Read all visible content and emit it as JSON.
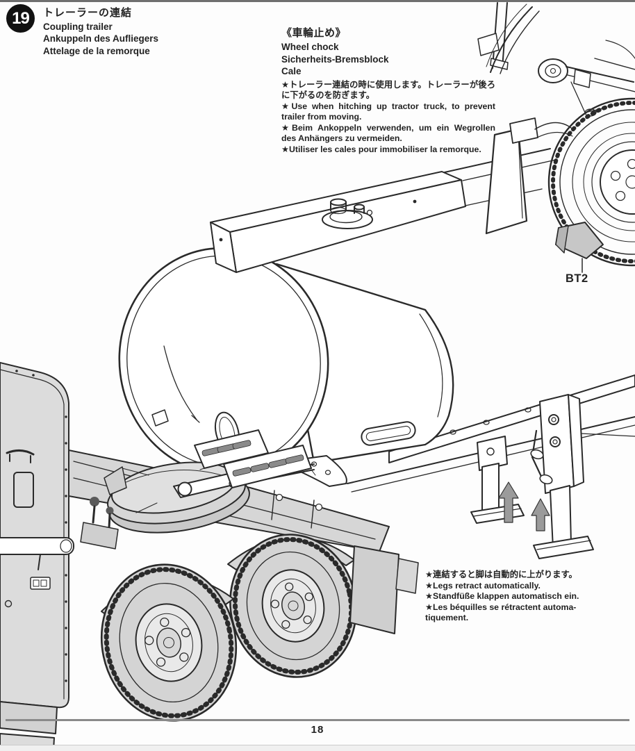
{
  "page": {
    "number": "18"
  },
  "step": {
    "number": "19",
    "title_jp": "トレーラーの連結",
    "title_en": "Coupling trailer",
    "title_de": "Ankuppeln des Aufliegers",
    "title_fr": "Attelage de la remorque"
  },
  "wheel_chock": {
    "heading_jp": "《車輪止め》",
    "name_en": "Wheel chock",
    "name_de": "Sicherheits-Bremsblock",
    "name_fr": "Cale",
    "note_jp": "★トレーラー連結の時に使用します。トレーラーが後ろに下がるのを防ぎます。",
    "note_en": "★Use when hitching up tractor truck, to prevent trailer from moving.",
    "note_de": "★Beim Ankoppeln verwenden, um ein Wegrollen des Anhängers zu vermeiden.",
    "note_fr": "★Utiliser les cales pour immobiliser la remorque."
  },
  "part_label": {
    "text": "BT2"
  },
  "legs_note": {
    "line1": "★連結すると脚は自動的に上がります。",
    "line2": "★Legs retract automatically.",
    "line3": "★Standfüße klappen automatisch ein.",
    "line4": "★Les béquilles se rétractent automa-",
    "line5": "tiquement."
  },
  "colors": {
    "ink": "#2a2a2a",
    "shade": "#d8d8d8",
    "paper": "#fdfdfd",
    "arrow_gray": "#9b9b9b"
  }
}
